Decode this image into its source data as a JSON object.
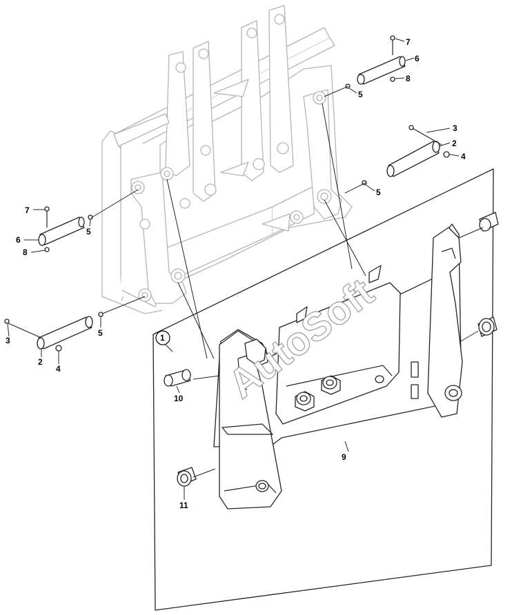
{
  "callouts": {
    "c1": "1",
    "c2a": "2",
    "c2b": "2",
    "c3a": "3",
    "c3b": "3",
    "c4a": "4",
    "c4b": "4",
    "c5a": "5",
    "c5b": "5",
    "c5c": "5",
    "c5d": "5",
    "c6a": "6",
    "c6b": "6",
    "c7a": "7",
    "c7b": "7",
    "c8a": "8",
    "c8b": "8",
    "c9": "9",
    "c10": "10",
    "c11": "11"
  },
  "watermark": "AutoSoft"
}
